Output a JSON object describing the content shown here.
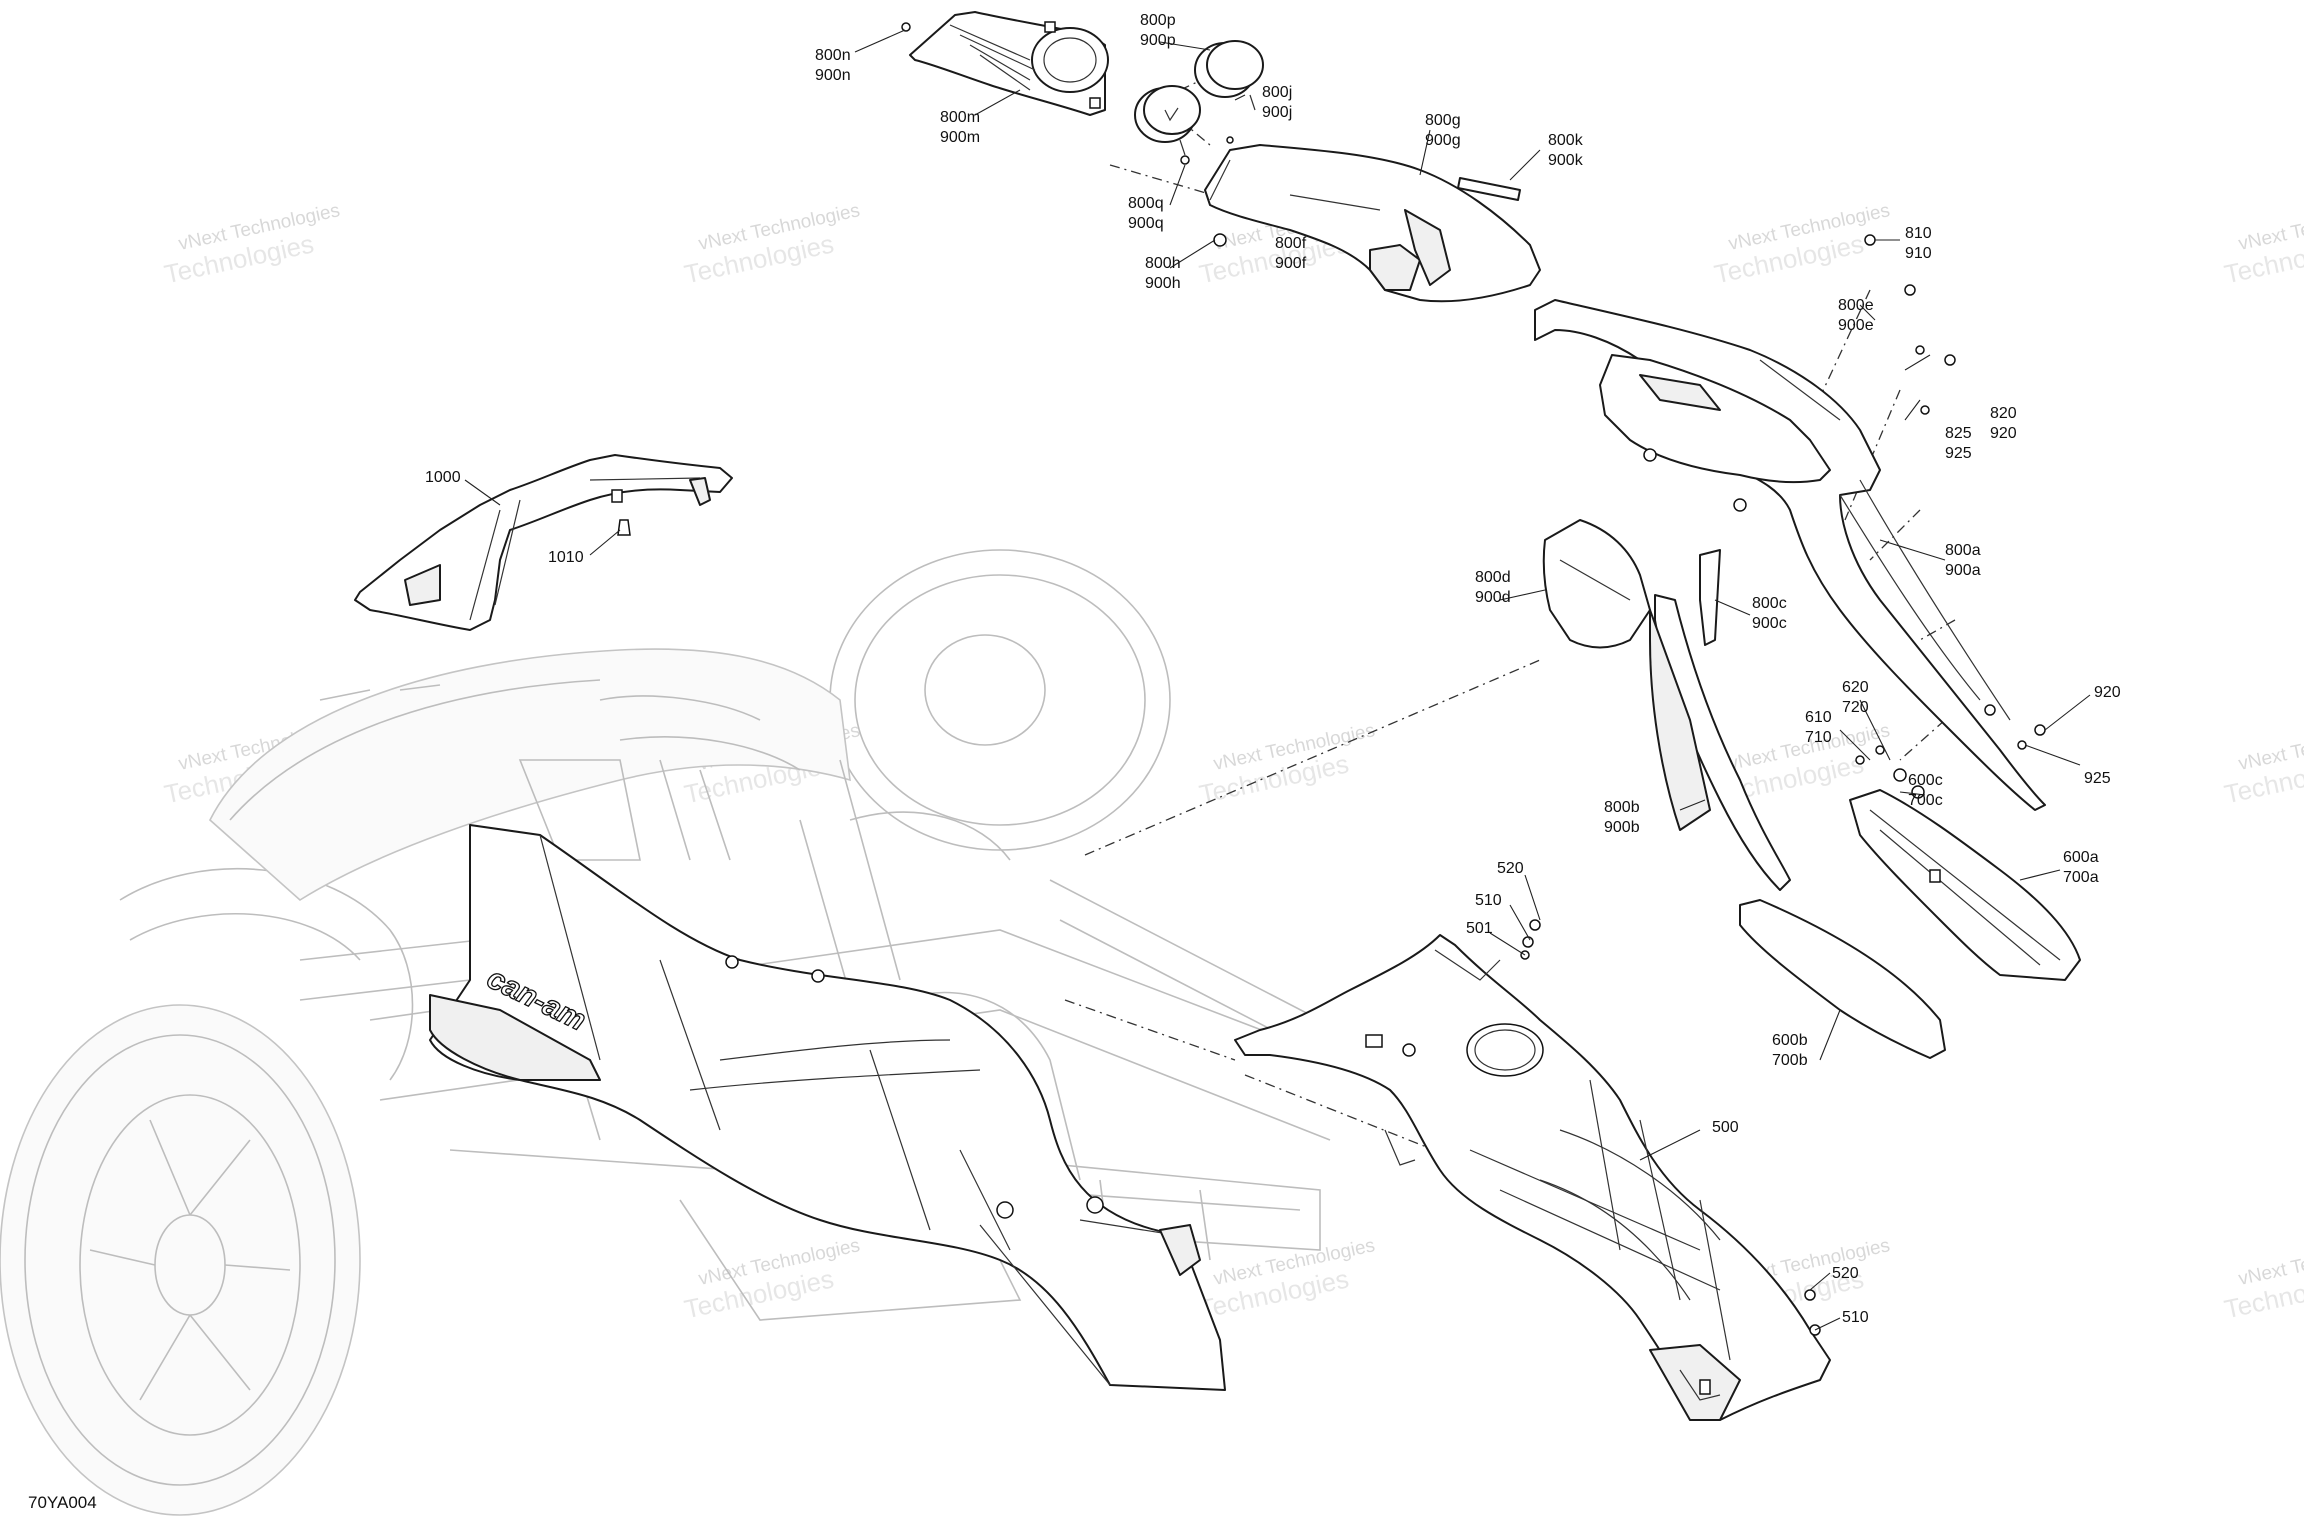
{
  "watermark": {
    "line1": "vNext Technologies",
    "line2": "Technologies"
  },
  "diagram_code": "70YA004",
  "callouts": [
    {
      "id": "c800n",
      "lines": [
        "800n",
        "900n"
      ]
    },
    {
      "id": "c800m",
      "lines": [
        "800m",
        "900m"
      ]
    },
    {
      "id": "c800p",
      "lines": [
        "800p",
        "900p"
      ]
    },
    {
      "id": "c800j",
      "lines": [
        "800j",
        "900j"
      ]
    },
    {
      "id": "c800q",
      "lines": [
        "800q",
        "900q"
      ]
    },
    {
      "id": "c800h",
      "lines": [
        "800h",
        "900h"
      ]
    },
    {
      "id": "c800f",
      "lines": [
        "800f",
        "900f"
      ]
    },
    {
      "id": "c800g",
      "lines": [
        "800g",
        "900g"
      ]
    },
    {
      "id": "c800k",
      "lines": [
        "800k",
        "900k"
      ]
    },
    {
      "id": "c810",
      "lines": [
        "810",
        "910"
      ]
    },
    {
      "id": "c800e",
      "lines": [
        "800e",
        "900e"
      ]
    },
    {
      "id": "c820",
      "lines": [
        "820",
        "920"
      ]
    },
    {
      "id": "c825",
      "lines": [
        "825",
        "925"
      ]
    },
    {
      "id": "c800a",
      "lines": [
        "800a",
        "900a"
      ]
    },
    {
      "id": "c800d",
      "lines": [
        "800d",
        "900d"
      ]
    },
    {
      "id": "c800c",
      "lines": [
        "800c",
        "900c"
      ]
    },
    {
      "id": "c1000",
      "lines": [
        "1000"
      ]
    },
    {
      "id": "c1010",
      "lines": [
        "1010"
      ]
    },
    {
      "id": "c620",
      "lines": [
        "620",
        "720"
      ]
    },
    {
      "id": "c610",
      "lines": [
        "610",
        "710"
      ]
    },
    {
      "id": "c920b",
      "lines": [
        "920"
      ]
    },
    {
      "id": "c925b",
      "lines": [
        "925"
      ]
    },
    {
      "id": "c600c",
      "lines": [
        "600c",
        "700c"
      ]
    },
    {
      "id": "c800b",
      "lines": [
        "800b",
        "900b"
      ]
    },
    {
      "id": "c600a",
      "lines": [
        "600a",
        "700a"
      ]
    },
    {
      "id": "c520",
      "lines": [
        "520"
      ]
    },
    {
      "id": "c510",
      "lines": [
        "510"
      ]
    },
    {
      "id": "c501",
      "lines": [
        "501"
      ]
    },
    {
      "id": "c600b",
      "lines": [
        "600b",
        "700b"
      ]
    },
    {
      "id": "c500",
      "lines": [
        "500"
      ]
    },
    {
      "id": "c520b",
      "lines": [
        "520"
      ]
    },
    {
      "id": "c510b",
      "lines": [
        "510"
      ]
    }
  ],
  "brand_text": "can-am"
}
